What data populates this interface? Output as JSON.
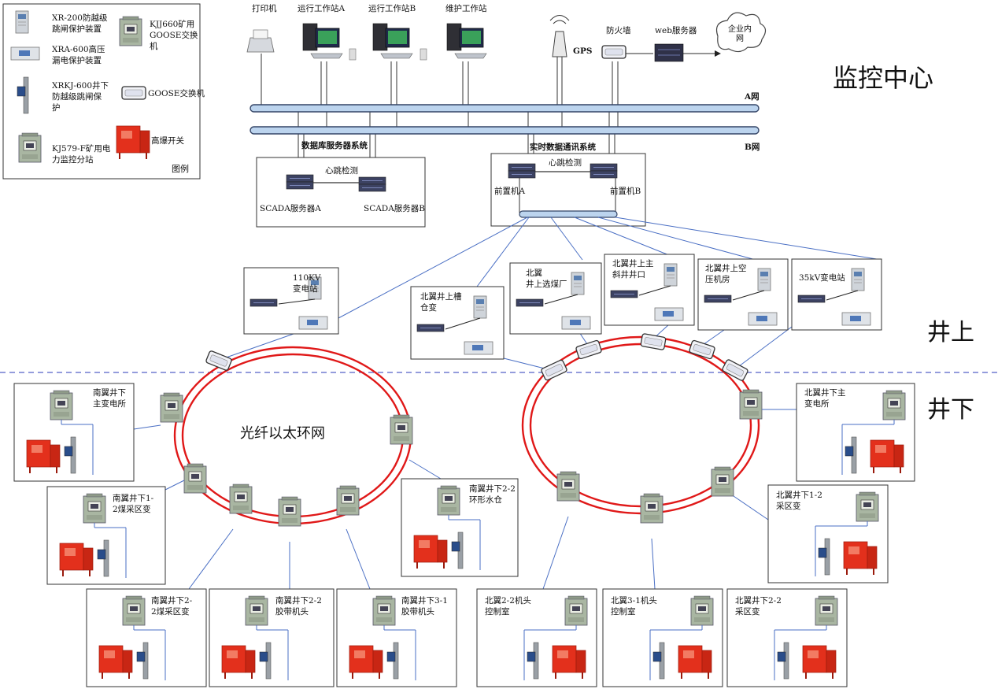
{
  "legend": {
    "items": [
      {
        "label": [
          "XR-200防越级",
          "跳闸保护装置"
        ]
      },
      {
        "label": [
          "XRA-600高压",
          "漏电保护装置"
        ]
      },
      {
        "label": [
          "XRKJ-600井下",
          "防越级跳闸保",
          "护"
        ]
      },
      {
        "label": [
          "KJ579-F矿用电",
          "力监控分站"
        ]
      },
      {
        "label": [
          "KJJ660矿用",
          "GOOSE交换",
          "机"
        ]
      },
      {
        "label": [
          "GOOSE交换机"
        ]
      },
      {
        "label": [
          "高爆开关"
        ]
      }
    ],
    "caption": "图例"
  },
  "control_center": {
    "title": "监控中心",
    "devices": {
      "printer": "打印机",
      "station_a": "运行工作站A",
      "station_b": "运行工作站B",
      "maintenance": "维护工作站",
      "gps": "GPS",
      "firewall": "防火墙",
      "web_server": "web服务器",
      "intranet": [
        "企业内",
        "网"
      ]
    },
    "net_a": "A网",
    "net_b": "B网",
    "db_system": {
      "title": "数据库服务器系统",
      "heartbeat": "心跳检测",
      "server_a": "SCADA服务器A",
      "server_b": "SCADA服务器B"
    },
    "rt_system": {
      "title": "实时数据通讯系统",
      "heartbeat": "心跳检测",
      "front_a": "前置机A",
      "front_b": "前置机B"
    }
  },
  "zones": {
    "above": "井上",
    "below": "井下"
  },
  "ring_label": "光纤以太环网",
  "surface_stations": [
    {
      "label": [
        "110KV",
        "变电站"
      ]
    },
    {
      "label": [
        "北翼井上槽",
        "仓变"
      ]
    },
    {
      "label": [
        "北翼",
        "井上选煤厂"
      ]
    },
    {
      "label": [
        "北翼井上主",
        "斜井井口"
      ]
    },
    {
      "label": [
        "北翼井上空",
        "压机房"
      ]
    },
    {
      "label": [
        "35kV变电站"
      ]
    }
  ],
  "underground_stations": [
    {
      "label": [
        "南翼井下",
        "主变电所"
      ]
    },
    {
      "label": [
        "南翼井下1-",
        "2煤采区变"
      ]
    },
    {
      "label": [
        "南翼井下2-",
        "2煤采区变"
      ]
    },
    {
      "label": [
        "南翼井下2-2",
        "胶带机头"
      ]
    },
    {
      "label": [
        "南翼井下3-1",
        "胶带机头"
      ]
    },
    {
      "label": [
        "南翼井下2-2",
        "环形水仓"
      ]
    },
    {
      "label": [
        "北翼2-2机头",
        "控制室"
      ]
    },
    {
      "label": [
        "北翼3-1机头",
        "控制室"
      ]
    },
    {
      "label": [
        "北翼井下2-2",
        "采区变"
      ]
    },
    {
      "label": [
        "北翼井下1-2",
        "采区变"
      ]
    },
    {
      "label": [
        "北翼井下主",
        "变电所"
      ]
    }
  ],
  "colors": {
    "bus_fill": "#bcd4ee",
    "bus_stroke": "#334466",
    "ring": "#e01818",
    "link": "#4a6fc4",
    "divider": "#5561c8",
    "cabinet": "#a9b6a2",
    "switch_red": "#e3301c"
  }
}
